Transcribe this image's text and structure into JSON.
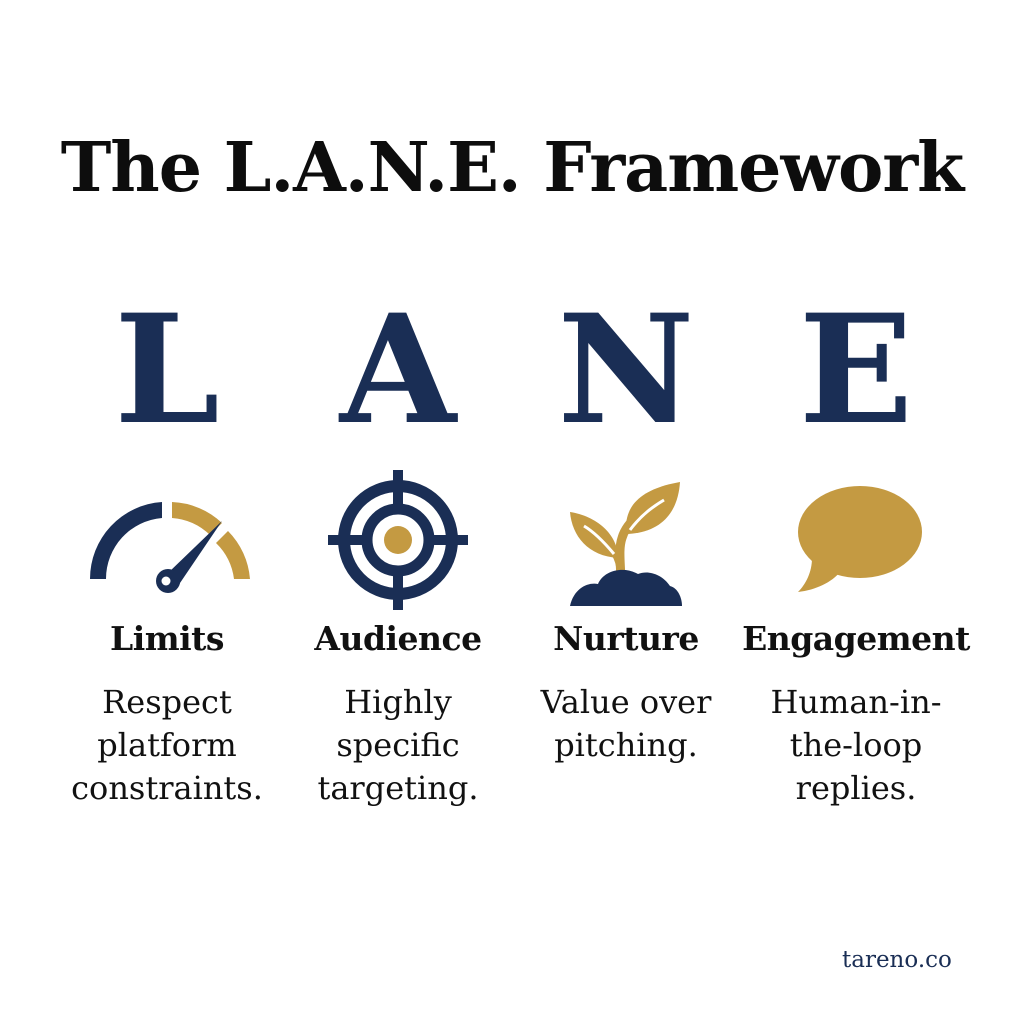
{
  "title": "The L.A.N.E. Framework",
  "colors": {
    "navy": "#1a2e55",
    "gold": "#c49a42",
    "text": "#111111",
    "background": "#ffffff"
  },
  "pillars": [
    {
      "letter": "L",
      "icon": "speedometer-icon",
      "label": "Limits",
      "description": [
        "Respect",
        "platform",
        "constraints."
      ]
    },
    {
      "letter": "A",
      "icon": "target-crosshair-icon",
      "label": "Audience",
      "description": [
        "Highly",
        "specific",
        "targeting."
      ]
    },
    {
      "letter": "N",
      "icon": "sprout-plant-icon",
      "label": "Nurture",
      "description": [
        "Value over",
        "pitching."
      ]
    },
    {
      "letter": "E",
      "icon": "speech-bubble-icon",
      "label": "Engagement",
      "description": [
        "Human-in-",
        "the-loop",
        "replies."
      ]
    }
  ],
  "footer": {
    "brand": "tareno.co"
  }
}
